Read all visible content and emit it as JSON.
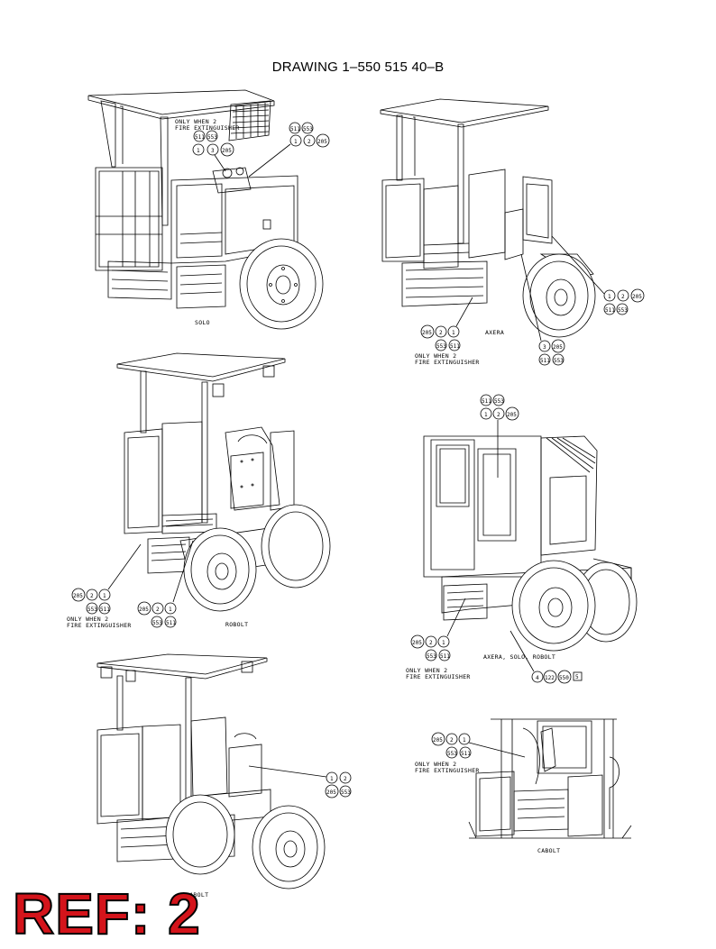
{
  "title": "DRAWING 1–550 515 40–B",
  "views": {
    "solo": {
      "label": "SOLO"
    },
    "axera": {
      "label": "AXERA"
    },
    "robolt": {
      "label": "ROBOLT"
    },
    "axera_solo_robolt": {
      "label": "AXERA, SOLO, ROBOLT"
    },
    "cabolt_left": {
      "label": "CABOLT"
    },
    "cabolt_right": {
      "label": "CABOLT"
    }
  },
  "note": {
    "line1": "ONLY WHEN 2",
    "line2": "FIRE EXTINGUISHER"
  },
  "callouts": {
    "c1": "1",
    "c2": "2",
    "c3": "3",
    "c205": "205",
    "c511": "511",
    "c553": "553",
    "c4": "4",
    "c122": "122",
    "c550": "550",
    "c5": "5"
  },
  "ref_stamp": "REF: 2"
}
